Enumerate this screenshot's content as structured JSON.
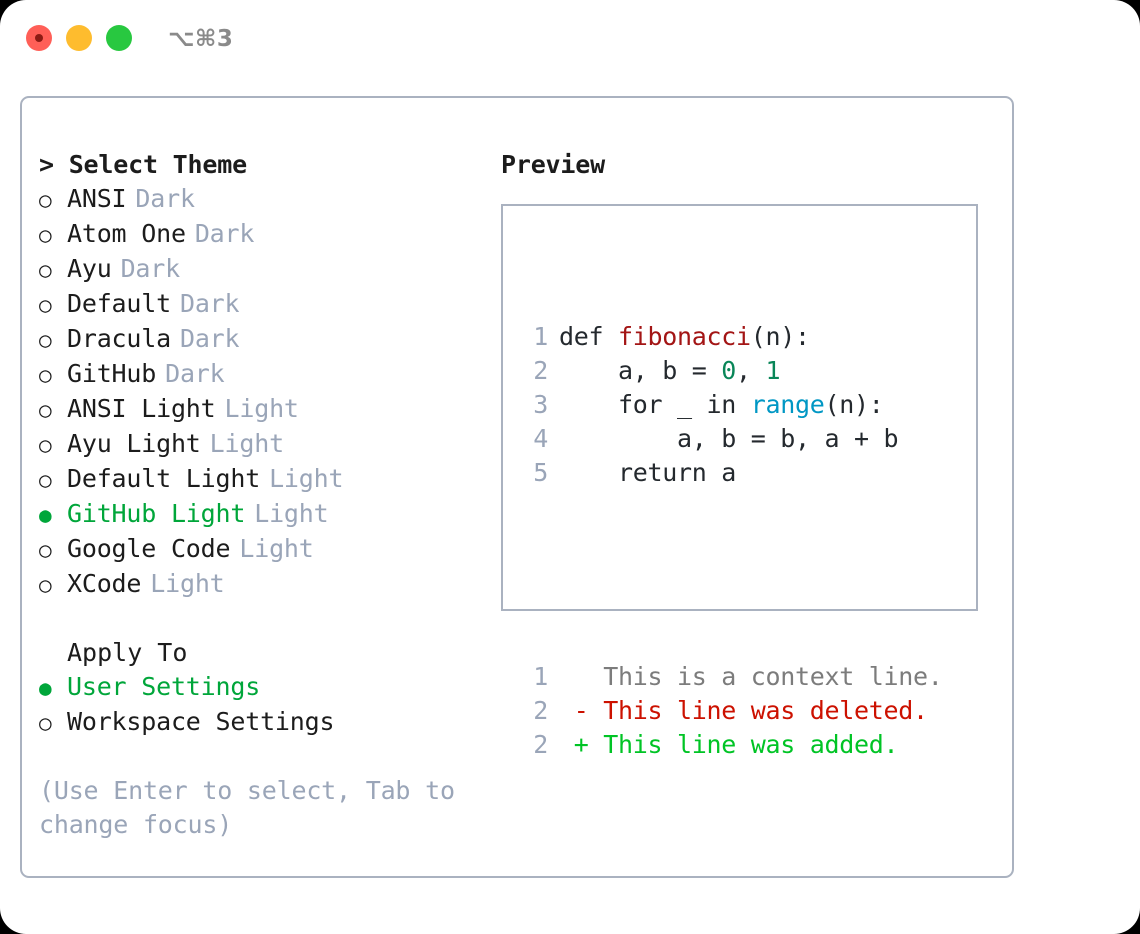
{
  "window": {
    "shortcut": "⌥⌘3",
    "traffic_lights": [
      {
        "name": "close",
        "color": "#ff5f57"
      },
      {
        "name": "minimize",
        "color": "#febc2e"
      },
      {
        "name": "maximize",
        "color": "#28c840"
      }
    ]
  },
  "theme_picker": {
    "heading": "> Select Theme",
    "items": [
      {
        "marker": "○",
        "label": "ANSI",
        "kind": "Dark",
        "selected": false
      },
      {
        "marker": "○",
        "label": "Atom One",
        "kind": "Dark",
        "selected": false
      },
      {
        "marker": "○",
        "label": "Ayu",
        "kind": "Dark",
        "selected": false
      },
      {
        "marker": "○",
        "label": "Default",
        "kind": "Dark",
        "selected": false
      },
      {
        "marker": "○",
        "label": "Dracula",
        "kind": "Dark",
        "selected": false
      },
      {
        "marker": "○",
        "label": "GitHub",
        "kind": "Dark",
        "selected": false
      },
      {
        "marker": "○",
        "label": "ANSI Light",
        "kind": "Light",
        "selected": false
      },
      {
        "marker": "○",
        "label": "Ayu Light",
        "kind": "Light",
        "selected": false
      },
      {
        "marker": "○",
        "label": "Default Light",
        "kind": "Light",
        "selected": false
      },
      {
        "marker": "●",
        "label": "GitHub Light",
        "kind": "Light",
        "selected": true
      },
      {
        "marker": "○",
        "label": "Google Code",
        "kind": "Light",
        "selected": false
      },
      {
        "marker": "○",
        "label": "XCode",
        "kind": "Light",
        "selected": false
      }
    ]
  },
  "apply_to": {
    "heading": "Apply To",
    "items": [
      {
        "marker": "●",
        "label": "User Settings",
        "selected": true
      },
      {
        "marker": "○",
        "label": "Workspace Settings",
        "selected": false
      }
    ]
  },
  "hint": "(Use Enter to select, Tab to change focus)",
  "preview": {
    "title": "Preview",
    "code_lines": [
      {
        "num": "1",
        "tokens": [
          {
            "t": "def ",
            "c": "kw"
          },
          {
            "t": "fibonacci",
            "c": "fn"
          },
          {
            "t": "(n):",
            "c": "plain"
          }
        ]
      },
      {
        "num": "2",
        "tokens": [
          {
            "t": "    a, b = ",
            "c": "plain"
          },
          {
            "t": "0",
            "c": "num"
          },
          {
            "t": ", ",
            "c": "plain"
          },
          {
            "t": "1",
            "c": "num"
          }
        ]
      },
      {
        "num": "3",
        "tokens": [
          {
            "t": "    for _ in ",
            "c": "kw"
          },
          {
            "t": "range",
            "c": "call"
          },
          {
            "t": "(n):",
            "c": "plain"
          }
        ]
      },
      {
        "num": "4",
        "tokens": [
          {
            "t": "        a, b = b, a + b",
            "c": "plain"
          }
        ]
      },
      {
        "num": "5",
        "tokens": [
          {
            "t": "    return a",
            "c": "kw"
          }
        ]
      }
    ],
    "diff_lines": [
      {
        "num": "1",
        "sign": " ",
        "text": " This is a context line.",
        "kind": "context"
      },
      {
        "num": "2",
        "sign": "-",
        "text": " This line was deleted.",
        "kind": "deleted"
      },
      {
        "num": "2",
        "sign": "+",
        "text": " This line was added.",
        "kind": "added"
      }
    ]
  },
  "colors": {
    "accent_green": "#00a63a",
    "muted": "#9aa5b8",
    "border": "#aab2c0",
    "diff_deleted": "#cc1100",
    "diff_added": "#00c425",
    "syntax_function": "#a31515",
    "syntax_number": "#098658",
    "syntax_call": "#0097c4"
  }
}
